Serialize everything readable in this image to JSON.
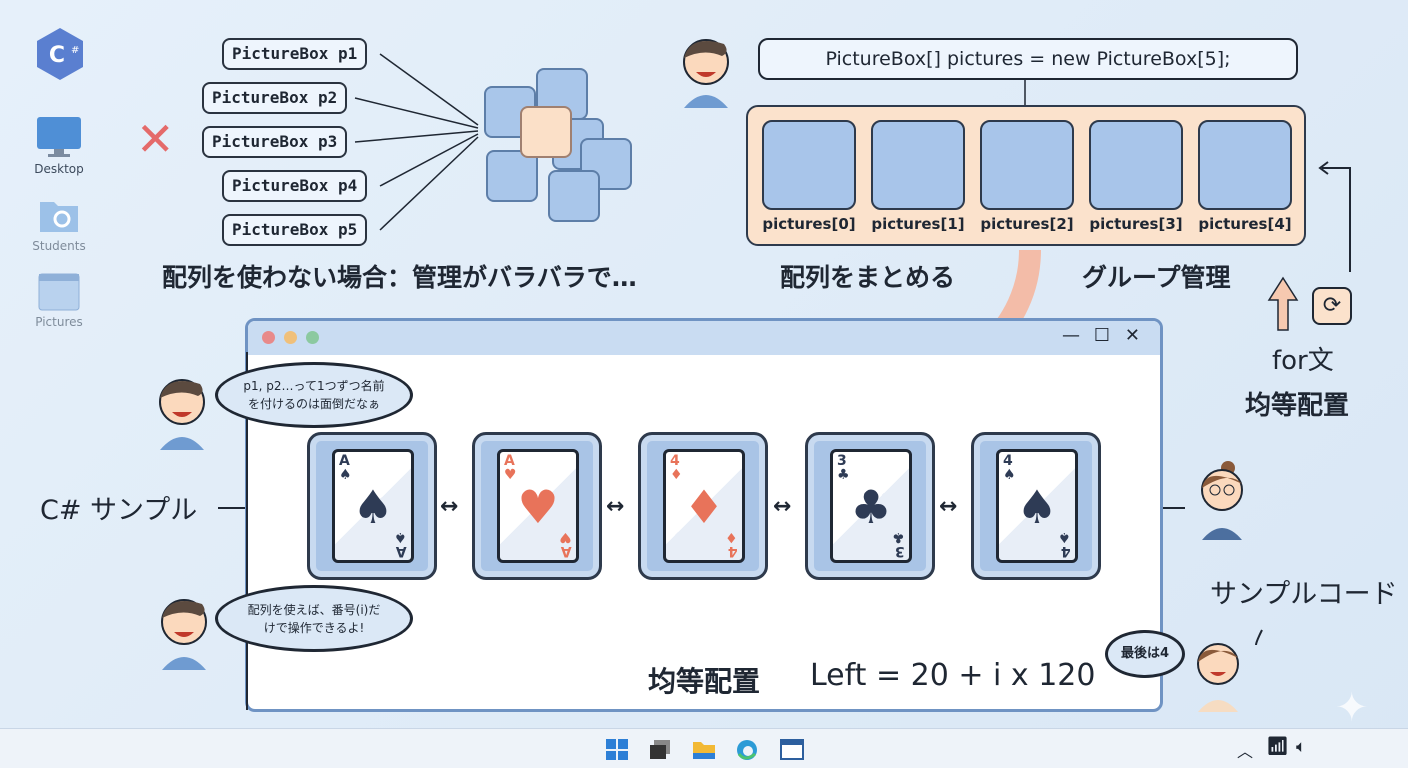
{
  "desktop": {
    "icons": [
      {
        "label": "C#",
        "icon": "csharp-logo"
      },
      {
        "label": "Desktop",
        "icon": "monitor-icon"
      },
      {
        "label": "Students",
        "icon": "folder-gear-icon"
      },
      {
        "label": "Pictures",
        "icon": "window-icon"
      }
    ]
  },
  "no_array": {
    "boxes": [
      "PictureBox p1",
      "PictureBox p2",
      "PictureBox p3",
      "PictureBox p4",
      "PictureBox p5"
    ],
    "caption": "配列を使わない場合：管理がバラバラで…"
  },
  "array": {
    "code": "PictureBox[] pictures = new PictureBox[5];",
    "slots": [
      "pictures[0]",
      "pictures[1]",
      "pictures[2]",
      "pictures[3]",
      "pictures[4]"
    ],
    "caption_left": "配列をまとめる",
    "caption_right": "グループ管理",
    "loop_line1": "for文",
    "loop_line2": "均等配置"
  },
  "window": {
    "bubble_top": "p1, p2…って1つずつ名前を付けるのは面倒だなぁ",
    "bubble_bottom": "配列を使えば、番号(i)だけで操作できるよ!",
    "side_label": "C# サンプル",
    "cards": [
      {
        "rank": "A",
        "suit": "♠",
        "color": "#2e3b55"
      },
      {
        "rank": "A",
        "suit": "♥",
        "color": "#e8735a"
      },
      {
        "rank": "4",
        "suit": "♦",
        "color": "#e8735a"
      },
      {
        "rank": "3",
        "suit": "♣",
        "color": "#2e3b55"
      },
      {
        "rank": "4",
        "suit": "♠",
        "color": "#2e3b55"
      }
    ],
    "spacing_label": "均等配置",
    "formula": "Left = 20 + i x 120"
  },
  "sample": {
    "label": "サンプルコード",
    "bubble": "最後は4"
  },
  "taskbar": {
    "icons": [
      "windows-start-icon",
      "task-view-icon",
      "file-explorer-icon",
      "edge-icon",
      "app-window-icon"
    ],
    "tray": [
      "chevron-up-icon",
      "wifi-icon",
      "speaker-icon"
    ]
  }
}
